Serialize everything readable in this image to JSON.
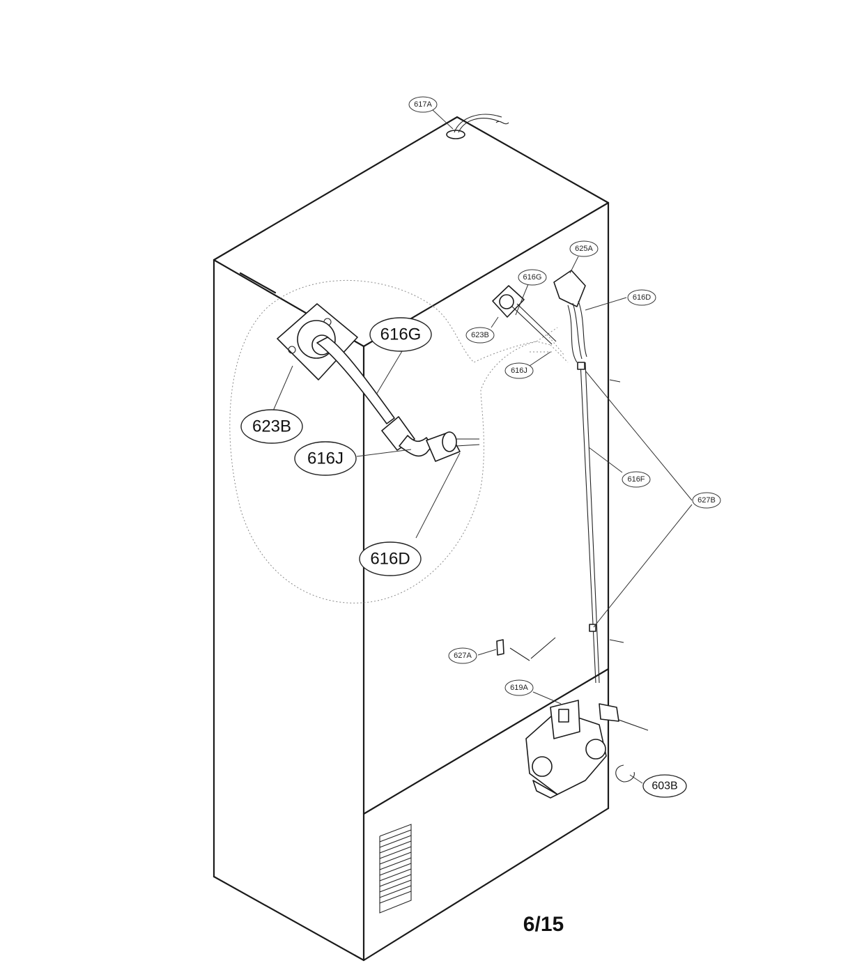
{
  "callouts": {
    "c617A": "617A",
    "c625A": "625A",
    "c616G_small": "616G",
    "c616D_small": "616D",
    "c623B_small": "623B",
    "c616J_small": "616J",
    "c616F": "616F",
    "c627B": "627B",
    "c627A": "627A",
    "c619A": "619A",
    "c603B": "603B",
    "c616G_large": "616G",
    "c623B_large": "623B",
    "c616J_large": "616J",
    "c616D_large": "616D"
  },
  "page_number": "6/15"
}
